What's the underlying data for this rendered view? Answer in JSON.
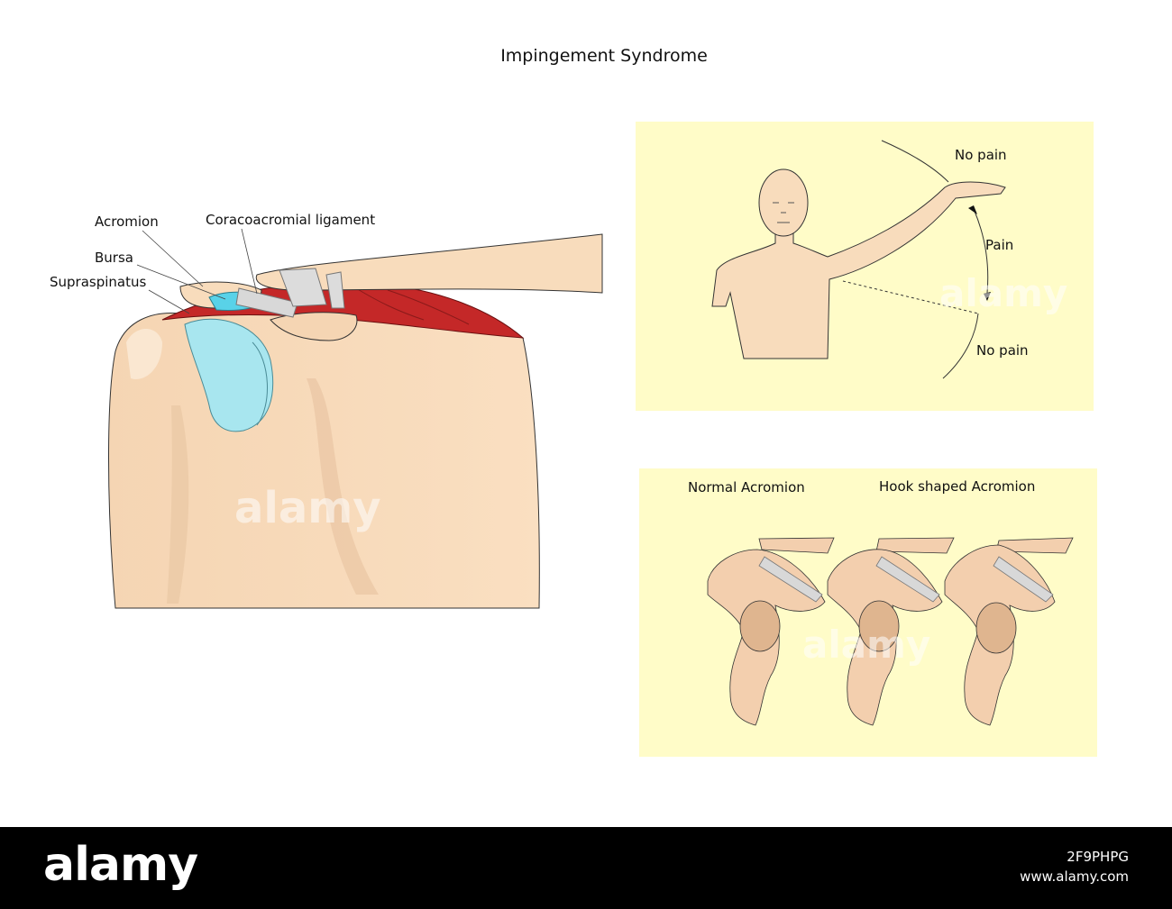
{
  "title": "Impingement Syndrome",
  "shoulder_labels": {
    "acromion": "Acromion",
    "bursa": "Bursa",
    "supraspinatus": "Supraspinatus",
    "ligament": "Coracoacromial ligament"
  },
  "arc_panel": {
    "no_pain_top": "No pain",
    "pain": "Pain",
    "no_pain_bottom": "No pain"
  },
  "acromion_panel": {
    "normal": "Normal Acromion",
    "hook": "Hook shaped Acromion"
  },
  "watermark": "alamy",
  "footer": {
    "logo": "alamy",
    "image_id": "2F9PHPG",
    "site": "www.alamy.com"
  },
  "colors": {
    "skin": "#f8dcbc",
    "panel": "#fffcc8",
    "muscle": "#c42828",
    "cartilage": "#a8e6ef",
    "bursa": "#59d2e8",
    "ligament": "#d8d8d8"
  }
}
